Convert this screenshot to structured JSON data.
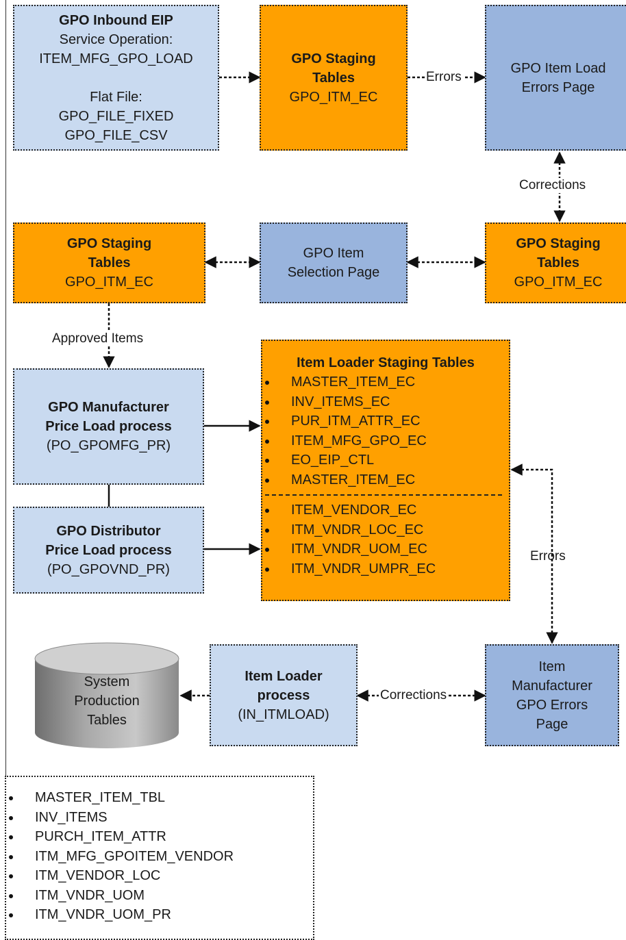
{
  "gpo_inbound": {
    "title": "GPO Inbound EIP",
    "service_op_label": "Service Operation:",
    "service_op_name": "ITEM_MFG_GPO_LOAD",
    "flat_file_label": "Flat File:",
    "file_fixed": "GPO_FILE_FIXED",
    "file_csv": "GPO_FILE_CSV"
  },
  "staging_top": {
    "title_line1": "GPO Staging",
    "title_line2": "Tables",
    "sub": "GPO_ITM_EC"
  },
  "errors_page": {
    "line1": "GPO Item Load",
    "line2": "Errors Page"
  },
  "staging_left": {
    "title_line1": "GPO Staging",
    "title_line2": "Tables",
    "sub": "GPO_ITM_EC"
  },
  "selection_page": {
    "line1": "GPO Item",
    "line2": "Selection Page"
  },
  "staging_right": {
    "title_line1": "GPO Staging",
    "title_line2": "Tables",
    "sub": "GPO_ITM_EC"
  },
  "mfg_process": {
    "line1": "GPO Manufacturer",
    "line2": "Price Load process",
    "code": "(PO_GPOMFG_PR)"
  },
  "dist_process": {
    "line1": "GPO Distributor",
    "line2": "Price Load process",
    "code": "(PO_GPOVND_PR)"
  },
  "item_loader_staging": {
    "title": "Item Loader Staging Tables",
    "items_a": [
      "MASTER_ITEM_EC",
      "INV_ITEMS_EC",
      "PUR_ITM_ATTR_EC",
      "ITEM_MFG_GPO_EC",
      "EO_EIP_CTL",
      "MASTER_ITEM_EC"
    ],
    "items_b": [
      "ITEM_VENDOR_EC",
      "ITM_VNDR_LOC_EC",
      "ITM_VNDR_UOM_EC",
      "ITM_VNDR_UMPR_EC"
    ]
  },
  "system_tables": {
    "line1": "System",
    "line2": "Production",
    "line3": "Tables"
  },
  "item_loader": {
    "line1": "Item Loader",
    "line2": "process",
    "code": "(IN_ITMLOAD)"
  },
  "mfg_errors_page": {
    "line1": "Item",
    "line2": "Manufacturer",
    "line3": "GPO Errors",
    "line4": "Page"
  },
  "production_tables": {
    "items": [
      "MASTER_ITEM_TBL",
      "INV_ITEMS",
      "PURCH_ITEM_ATTR",
      "ITM_MFG_GPOITEM_VENDOR",
      "ITM_VENDOR_LOC",
      "ITM_VNDR_UOM",
      "ITM_VNDR_UOM_PR"
    ]
  },
  "edge_labels": {
    "errors_top": "Errors",
    "corrections_right": "Corrections",
    "approved_items": "Approved Items",
    "errors_right": "Errors",
    "corrections_bottom": "Corrections"
  },
  "colors": {
    "light_box": "#c9daf0",
    "staging_orange": "#ffa000",
    "page_blue": "#99b4dd",
    "cylinder_gray": "#b0b0b0"
  }
}
